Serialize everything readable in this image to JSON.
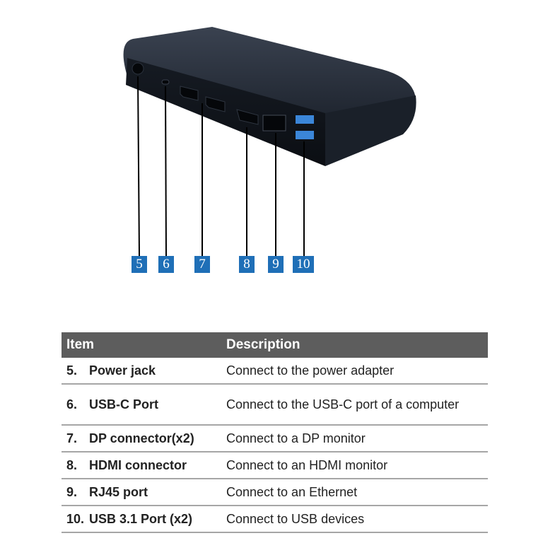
{
  "callouts": [
    "5",
    "6",
    "7",
    "8",
    "9",
    "10"
  ],
  "table": {
    "headers": {
      "item": "Item",
      "description": "Description"
    },
    "rows": [
      {
        "num": "5.",
        "item": "Power jack",
        "desc": "Connect to the power adapter"
      },
      {
        "num": "6.",
        "item": "USB-C Port",
        "desc": "Connect to the USB-C port of a computer"
      },
      {
        "num": "7.",
        "item": "DP connector(x2)",
        "desc": "Connect to a DP monitor"
      },
      {
        "num": "8.",
        "item": "HDMI connector",
        "desc": "Connect to an HDMI monitor"
      },
      {
        "num": "9.",
        "item": "RJ45 port",
        "desc": "Connect to an Ethernet"
      },
      {
        "num": "10.",
        "item": "USB 3.1 Port (x2)",
        "desc": "Connect to USB devices"
      }
    ]
  },
  "colors": {
    "callout": "#1f6fb7",
    "usb_port": "#3b86d8",
    "header": "#5d5d5d"
  }
}
